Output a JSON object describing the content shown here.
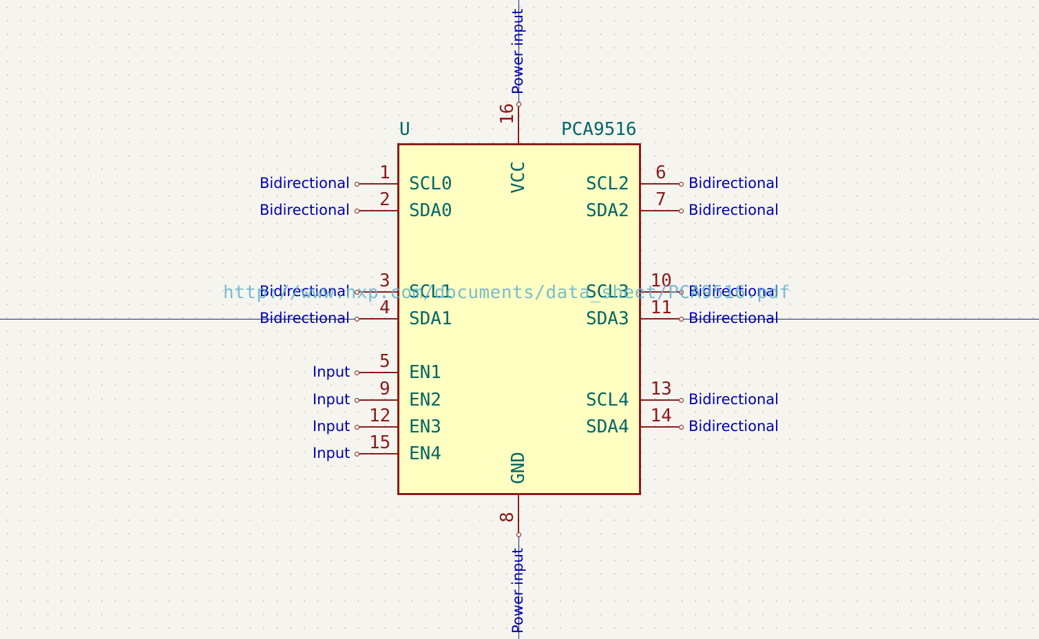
{
  "symbol": {
    "reference": "U",
    "value": "PCA9516",
    "datasheet": "http://www.nxp.com/documents/data_sheet/PCA9516.pdf"
  },
  "colors": {
    "background": "#f5f4ef",
    "body_fill": "#ffffc2",
    "body_outline": "#8b1a1a",
    "pin_line": "#8b1a1a",
    "pin_number": "#8b1a1a",
    "pin_name": "#006666",
    "electrical_type": "#0000b0",
    "crosshair": "#1a237e",
    "datasheet_text": "#60b2cd"
  },
  "pins": {
    "left": [
      {
        "number": "1",
        "name": "SCL0",
        "type": "Bidirectional"
      },
      {
        "number": "2",
        "name": "SDA0",
        "type": "Bidirectional"
      },
      {
        "number": "3",
        "name": "SCL1",
        "type": "Bidirectional"
      },
      {
        "number": "4",
        "name": "SDA1",
        "type": "Bidirectional"
      },
      {
        "number": "5",
        "name": "EN1",
        "type": "Input"
      },
      {
        "number": "9",
        "name": "EN2",
        "type": "Input"
      },
      {
        "number": "12",
        "name": "EN3",
        "type": "Input"
      },
      {
        "number": "15",
        "name": "EN4",
        "type": "Input"
      }
    ],
    "right": [
      {
        "number": "6",
        "name": "SCL2",
        "type": "Bidirectional"
      },
      {
        "number": "7",
        "name": "SDA2",
        "type": "Bidirectional"
      },
      {
        "number": "10",
        "name": "SCL3",
        "type": "Bidirectional"
      },
      {
        "number": "11",
        "name": "SDA3",
        "type": "Bidirectional"
      },
      {
        "number": "13",
        "name": "SCL4",
        "type": "Bidirectional"
      },
      {
        "number": "14",
        "name": "SDA4",
        "type": "Bidirectional"
      }
    ],
    "top": [
      {
        "number": "16",
        "name": "VCC",
        "type": "Power input"
      }
    ],
    "bottom": [
      {
        "number": "8",
        "name": "GND",
        "type": "Power input"
      }
    ]
  }
}
